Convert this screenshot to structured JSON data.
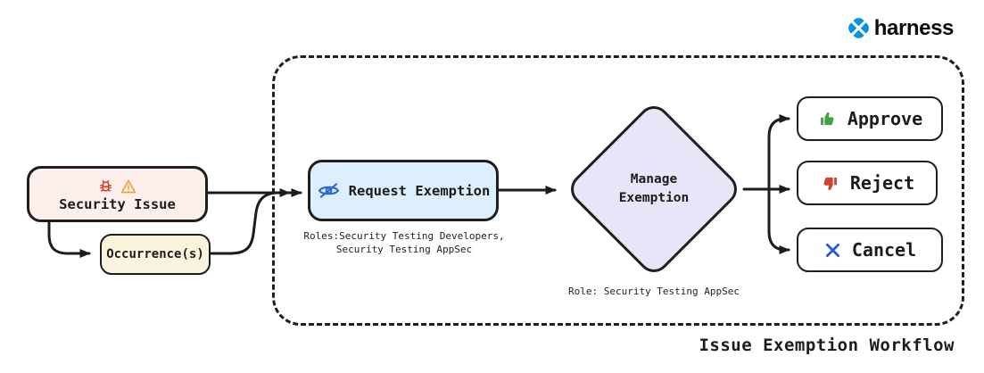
{
  "brand": {
    "name": "harness",
    "blue": "#0a92dc"
  },
  "caption": "Issue Exemption Workflow",
  "colors": {
    "line": "#1c1c1c",
    "security_issue_bg": "#fcefec",
    "occurrence_bg": "#fbf3dc",
    "request_bg": "#ddeffc",
    "diamond_bg": "#e8e5f8",
    "action_bg": "#ffffff",
    "bug_red": "#d93a2b",
    "warning_orange": "#e8a33d",
    "eye_blue": "#2b6bd0",
    "approve_green": "#43a047",
    "reject_red": "#cf4130",
    "cancel_blue": "#2f57d4"
  },
  "nodes": {
    "security_issue": {
      "label": "Security Issue",
      "icons": [
        "bug-icon",
        "warning-icon"
      ]
    },
    "occurrences": {
      "label": "Occurrence(s)"
    },
    "request_exemption": {
      "label": "Request Exemption",
      "icon": "eye-slash-icon",
      "roles_note_line1": "Roles:Security Testing Developers,",
      "roles_note_line2": "Security Testing AppSec"
    },
    "manage_exemption": {
      "label_line1": "Manage",
      "label_line2": "Exemption",
      "role_note": "Role: Security Testing AppSec"
    },
    "approve": {
      "label": "Approve",
      "icon": "thumbs-up-icon"
    },
    "reject": {
      "label": "Reject",
      "icon": "thumbs-down-icon"
    },
    "cancel": {
      "label": "Cancel",
      "icon": "x-icon"
    }
  }
}
